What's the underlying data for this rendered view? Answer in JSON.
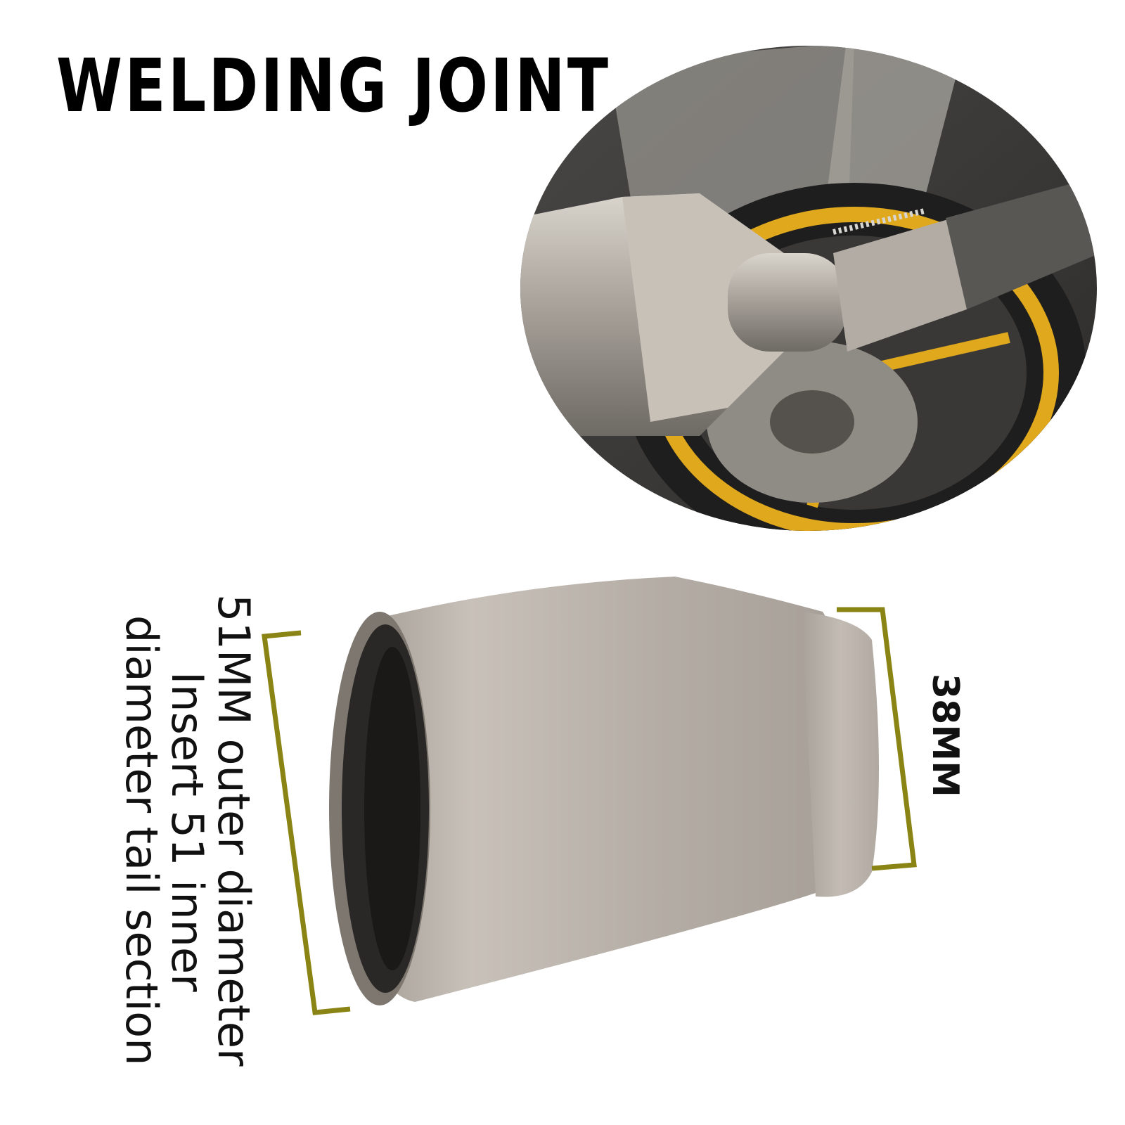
{
  "title": "WELDING JOINT",
  "dimensions": {
    "outer_label_lines": [
      "51MM outer diameter",
      "Insert 51 inner",
      "diameter tail section"
    ],
    "inner_label": "38MM"
  },
  "colors": {
    "bracket": "#8a8414",
    "metal": "#b9b2aa",
    "wheel_rim": "#e0a81c"
  }
}
